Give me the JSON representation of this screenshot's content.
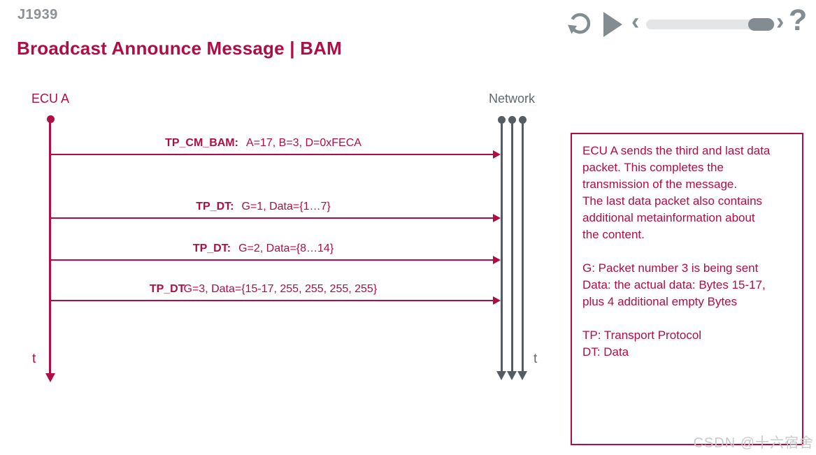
{
  "header": {
    "eyebrow": "J1939",
    "title": "Broadcast Announce Message | BAM"
  },
  "controls": {
    "replay_icon": "circular-replay-arrow",
    "play_icon": "play-triangle",
    "prev_label": "‹",
    "next_label": "›",
    "help_label": "?",
    "progress_fraction": 0.97
  },
  "diagram": {
    "sender": {
      "label": "ECU A",
      "time_label": "t"
    },
    "receiver": {
      "label": "Network",
      "time_label": "t",
      "line_count": 3
    },
    "messages": [
      {
        "label": "TP_CM_BAM:",
        "value": "A=17, B=3, D=0xFECA"
      },
      {
        "label": "TP_DT:",
        "value": "G=1, Data={1…7}"
      },
      {
        "label": "TP_DT:",
        "value": "G=2, Data={8…14}"
      },
      {
        "label": "TP_DT",
        "value": "G=3, Data={15-17, 255, 255, 255, 255}"
      }
    ]
  },
  "note_box": {
    "paragraphs": [
      "ECU A sends the third and last data\npacket. This completes the\ntransmission of the message.\nThe last data packet also contains\nadditional metainformation about\nthe content.",
      "G: Packet number 3 is being sent\nData: the actual data: Bytes 15-17,\nplus 4 additional empty Bytes",
      "TP: Transport Protocol\nDT: Data"
    ]
  },
  "watermark": "CSDN @十六宿舍",
  "colors": {
    "accent": "#b00d45",
    "line_gray": "#565d62",
    "control_gray": "#838d91",
    "eyebrow_gray": "#8b9196",
    "watermark_gray": "#c9c9c9"
  }
}
